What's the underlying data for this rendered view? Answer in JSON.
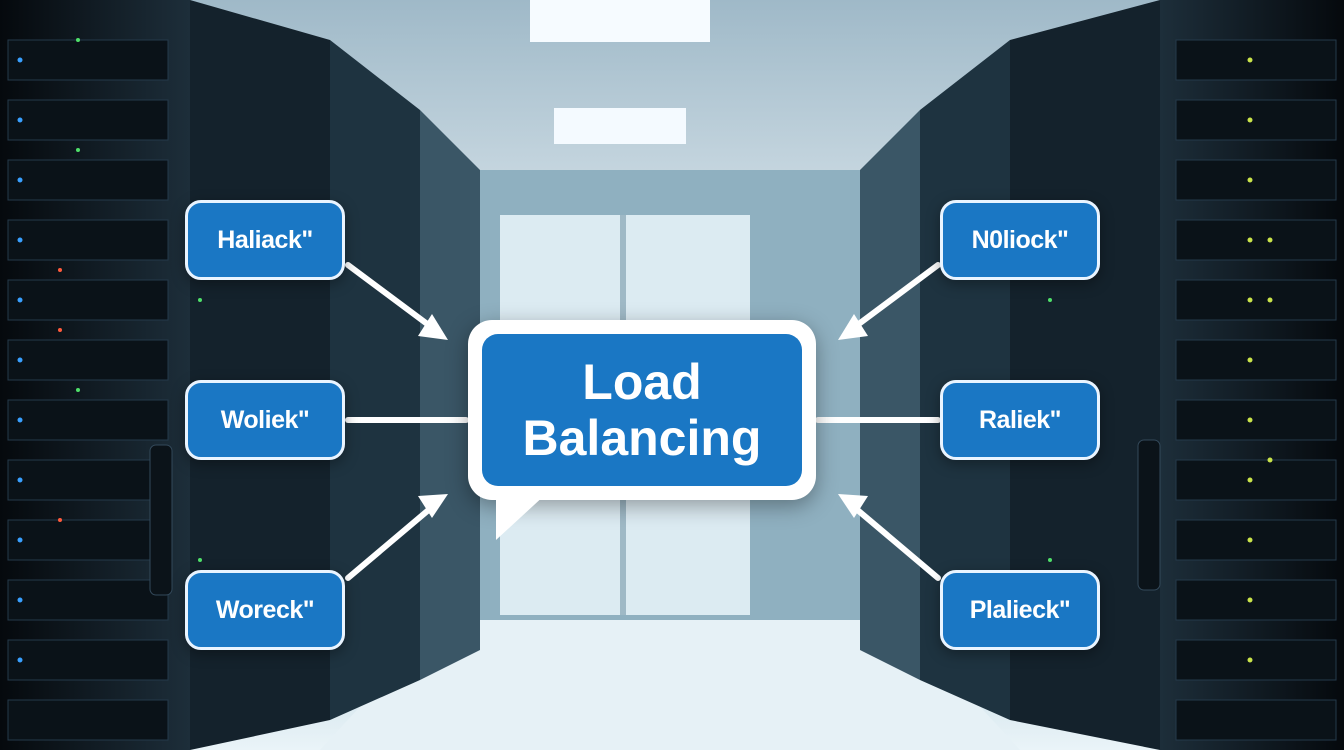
{
  "hub": {
    "line1": "Load",
    "line2": "Balancing"
  },
  "nodes": {
    "left_top": "Haliack\"",
    "left_mid": "Woliek\"",
    "left_bottom": "Woreck\"",
    "right_top": "N0liock\"",
    "right_mid": "Raliek\"",
    "right_bottom": "Plalieck\""
  },
  "colors": {
    "accent": "#1a77c4",
    "outline": "#ffffff"
  }
}
